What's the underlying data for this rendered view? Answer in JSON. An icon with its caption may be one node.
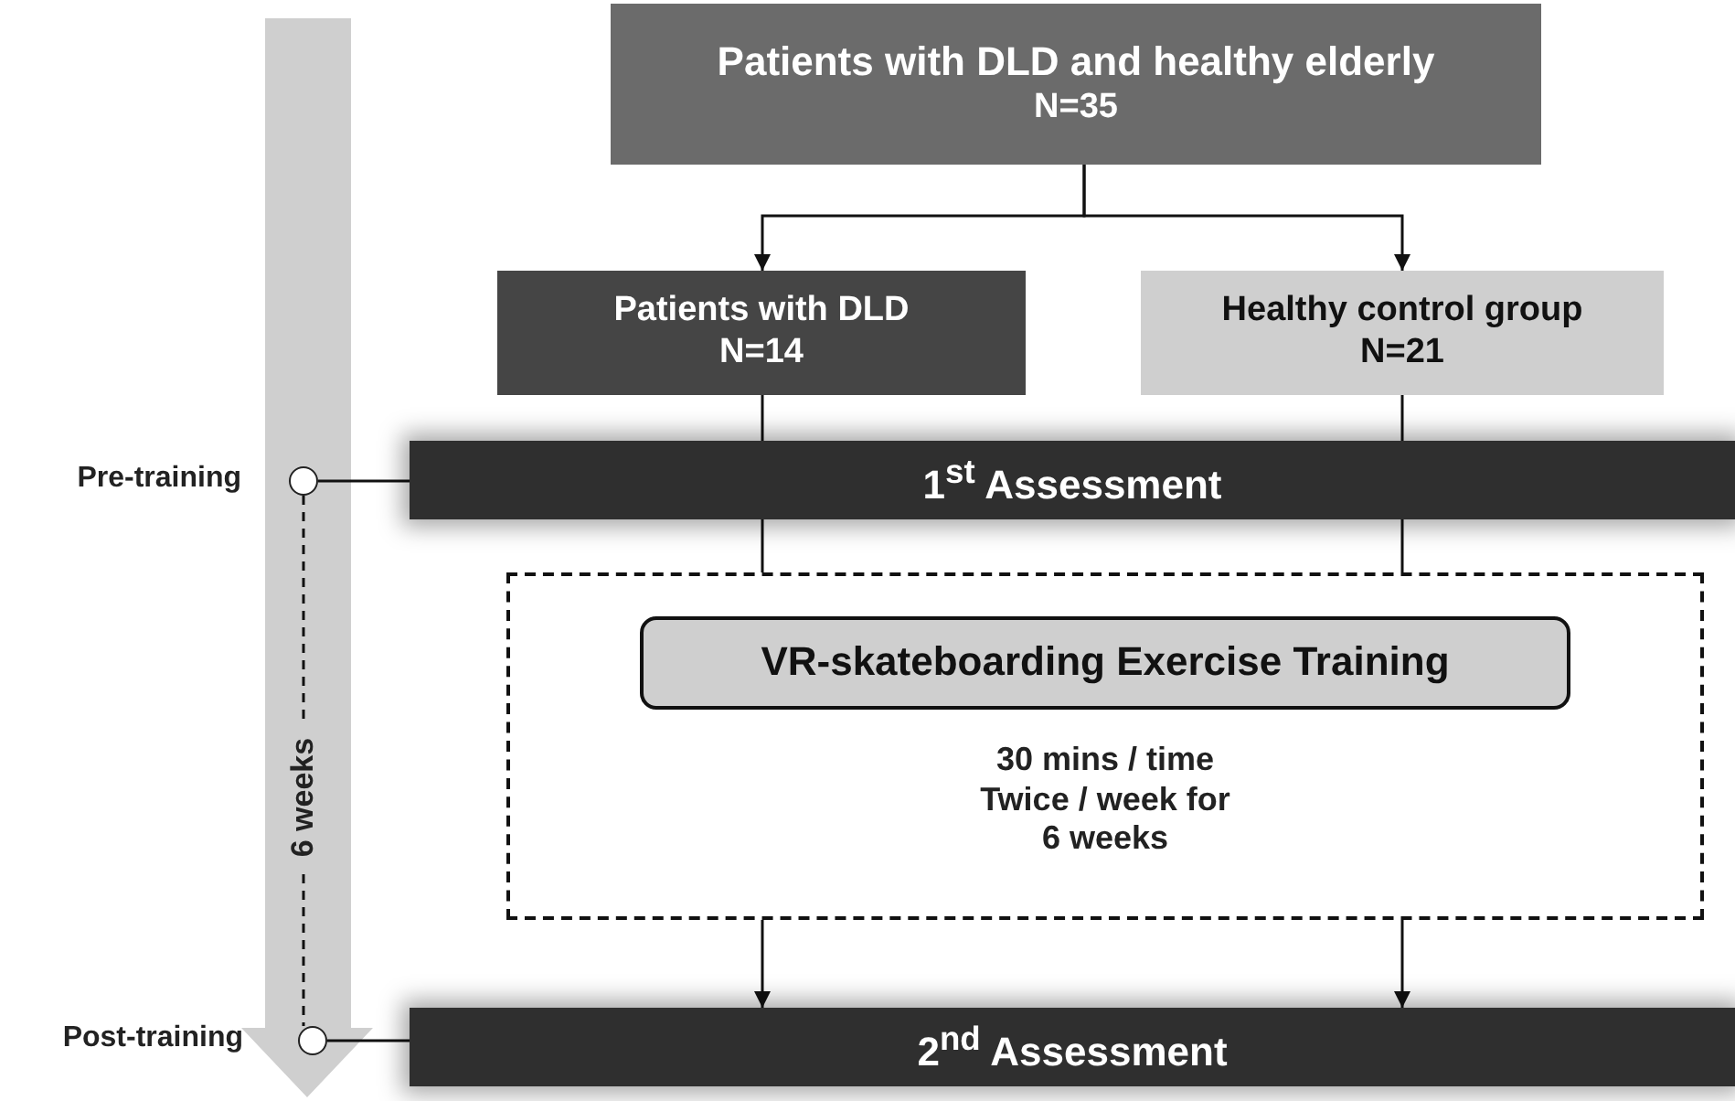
{
  "diagram": {
    "nodes": [
      {
        "text": [
          "Patients with DLD and healthy elderly",
          "N=35"
        ]
      },
      {
        "text": [
          "Patients with DLD",
          "N=14"
        ]
      },
      {
        "text": [
          "Healthy control group",
          "N=21"
        ]
      },
      {
        "text": [
          "1$^{st}$ Assessment"
        ]
      },
      {
        "text": [
          "30 mins / time Twice / week for 6 weeks"
        ]
      },
      {
        "text": [
          "VR-skateboarding Exercise Training"
        ],
        "in": 4
      },
      {
        "text": [
          "2$^{nd}$ Assessment"
        ]
      },
      {
        "text": [],
        "shape": "circle",
        "beside": [
          "Pre-training"
        ]
      },
      {
        "text": [],
        "shape": "circle",
        "beside": [
          "Post-training"
        ]
      }
    ],
    "edges": [
      {
        "from": 0,
        "to": 1,
        "arrow": "to"
      },
      {
        "from": 0,
        "to": 2,
        "arrow": "to"
      },
      {
        "from": 1,
        "to": 3,
        "arrow": "none"
      },
      {
        "from": 2,
        "to": 3,
        "arrow": "none"
      },
      {
        "from": 3,
        "to": 4,
        "arrow": "none"
      },
      {
        "from": 3,
        "to": 4,
        "arrow": "none"
      },
      {
        "from": 4,
        "to": 6,
        "arrow": "to"
      },
      {
        "from": 4,
        "to": 6,
        "arrow": "to"
      },
      {
        "from": 7,
        "to": 3,
        "arrow": "none"
      },
      {
        "from": 8,
        "to": 6,
        "arrow": "none"
      },
      {
        "from": 7,
        "to": 8,
        "arrow": "none",
        "style": "dashed",
        "label": "6 weeks"
      }
    ]
  }
}
